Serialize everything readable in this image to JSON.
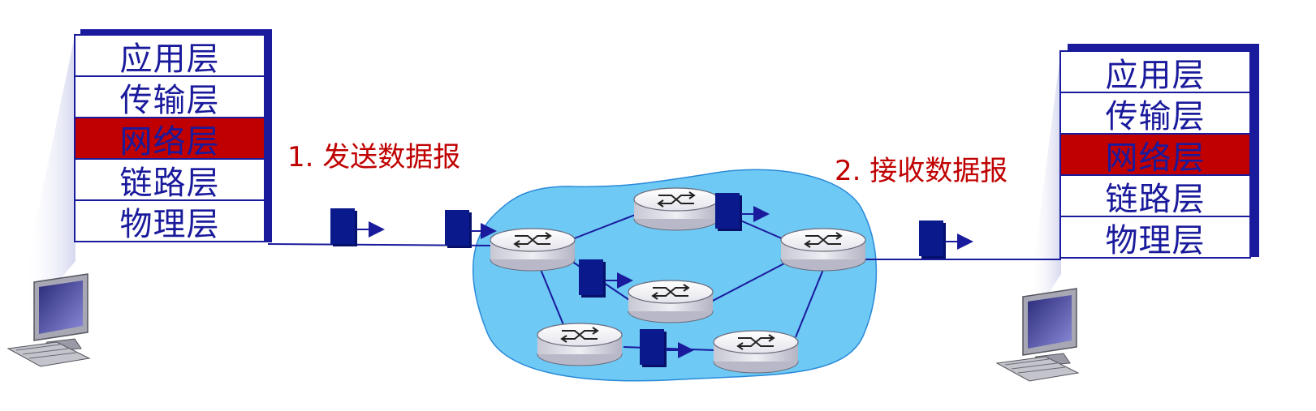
{
  "left_stack": {
    "layers": [
      "应用层",
      "传输层",
      "网络层",
      "链路层",
      "物理层"
    ],
    "highlighted_index": 2
  },
  "right_stack": {
    "layers": [
      "应用层",
      "传输层",
      "网络层",
      "链路层",
      "物理层"
    ],
    "highlighted_index": 2
  },
  "step_send": "1. 发送数据报",
  "step_receive": "2. 接收数据报",
  "colors": {
    "layer_text": "#1a1a9c",
    "highlight": "#c00000",
    "network_cloud": "#6ec9f5",
    "packet": "#0a1a8c",
    "label": "#c00000"
  }
}
